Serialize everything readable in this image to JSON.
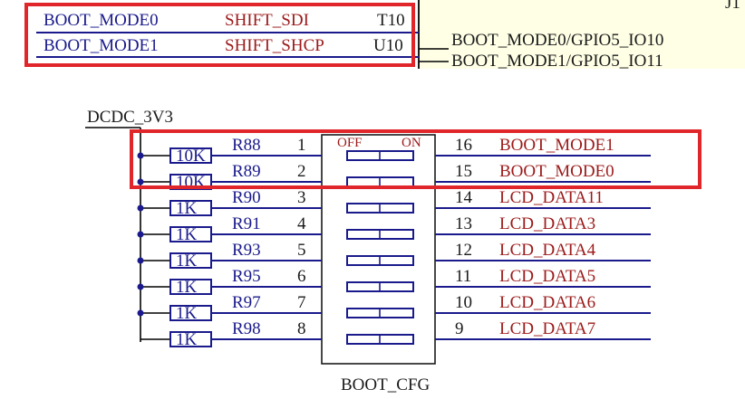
{
  "net_top": {
    "rows": [
      {
        "signal": "BOOT_MODE0",
        "net": "SHIFT_SDI",
        "pin": "T10"
      },
      {
        "signal": "BOOT_MODE1",
        "net": "SHIFT_SHCP",
        "pin": "U10"
      }
    ],
    "right_labels": [
      "BOOT_MODE0/GPIO5_IO10",
      "BOOT_MODE1/GPIO5_IO11"
    ],
    "corner_label": "J1"
  },
  "power_net": "DCDC_3V3",
  "switch": {
    "off_label": "OFF",
    "on_label": "ON",
    "part_label": "BOOT_CFG"
  },
  "rows": [
    {
      "res_value": "10K",
      "res_ref": "R88",
      "pin_left": "1",
      "pin_right": "16",
      "net": "BOOT_MODE1"
    },
    {
      "res_value": "10K",
      "res_ref": "R89",
      "pin_left": "2",
      "pin_right": "15",
      "net": "BOOT_MODE0"
    },
    {
      "res_value": "1K",
      "res_ref": "R90",
      "pin_left": "3",
      "pin_right": "14",
      "net": "LCD_DATA11"
    },
    {
      "res_value": "1K",
      "res_ref": "R91",
      "pin_left": "4",
      "pin_right": "13",
      "net": "LCD_DATA3"
    },
    {
      "res_value": "1K",
      "res_ref": "R93",
      "pin_left": "5",
      "pin_right": "12",
      "net": "LCD_DATA4"
    },
    {
      "res_value": "1K",
      "res_ref": "R95",
      "pin_left": "6",
      "pin_right": "11",
      "net": "LCD_DATA5"
    },
    {
      "res_value": "1K",
      "res_ref": "R97",
      "pin_left": "7",
      "pin_right": "10",
      "net": "LCD_DATA6"
    },
    {
      "res_value": "1K",
      "res_ref": "R98",
      "pin_left": "8",
      "pin_right": "9",
      "net": "LCD_DATA7"
    }
  ]
}
